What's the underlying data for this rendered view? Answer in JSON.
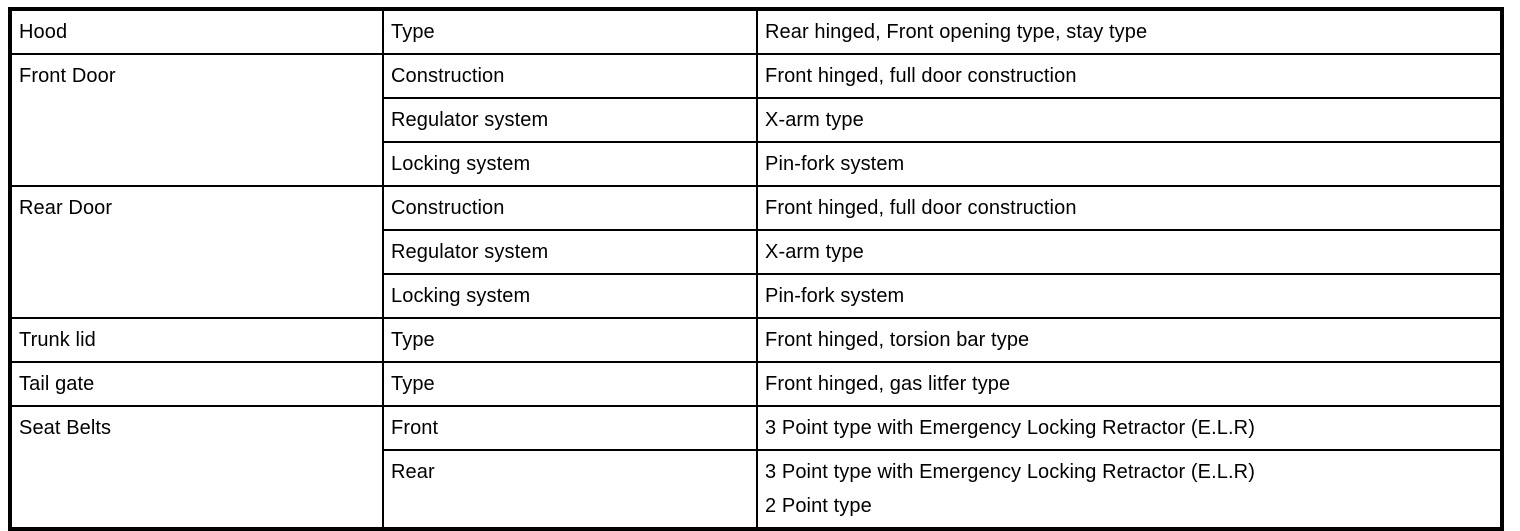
{
  "table": {
    "name": "vehicle-body-specifications",
    "columns": 3,
    "rows": [
      {
        "component": "Hood",
        "component_rowspan": 1,
        "attribute": "Type",
        "value": "Rear hinged, Front opening type, stay type"
      },
      {
        "component": "Front Door",
        "component_rowspan": 3,
        "attribute": "Construction",
        "value": "Front hinged, full door construction"
      },
      {
        "component": null,
        "attribute": "Regulator system",
        "value": "X-arm type"
      },
      {
        "component": null,
        "attribute": "Locking system",
        "value": "Pin-fork system"
      },
      {
        "component": "Rear Door",
        "component_rowspan": 3,
        "attribute": "Construction",
        "value": "Front hinged, full door construction"
      },
      {
        "component": null,
        "attribute": "Regulator system",
        "value": "X-arm type"
      },
      {
        "component": null,
        "attribute": "Locking system",
        "value": "Pin-fork system"
      },
      {
        "component": "Trunk lid",
        "component_rowspan": 1,
        "attribute": "Type",
        "value": "Front hinged, torsion bar type"
      },
      {
        "component": "Tail gate",
        "component_rowspan": 1,
        "attribute": "Type",
        "value": "Front hinged, gas litfer type"
      },
      {
        "component": "Seat Belts",
        "component_rowspan": 2,
        "attribute": "Front",
        "value": "3 Point type with Emergency Locking Retractor (E.L.R)"
      },
      {
        "component": null,
        "attribute": "Rear",
        "value": "3 Point type with Emergency Locking Retractor (E.L.R)\n2 Point type"
      }
    ]
  },
  "colors": {
    "border": "#000000",
    "text": "#000000",
    "background": "#ffffff"
  }
}
